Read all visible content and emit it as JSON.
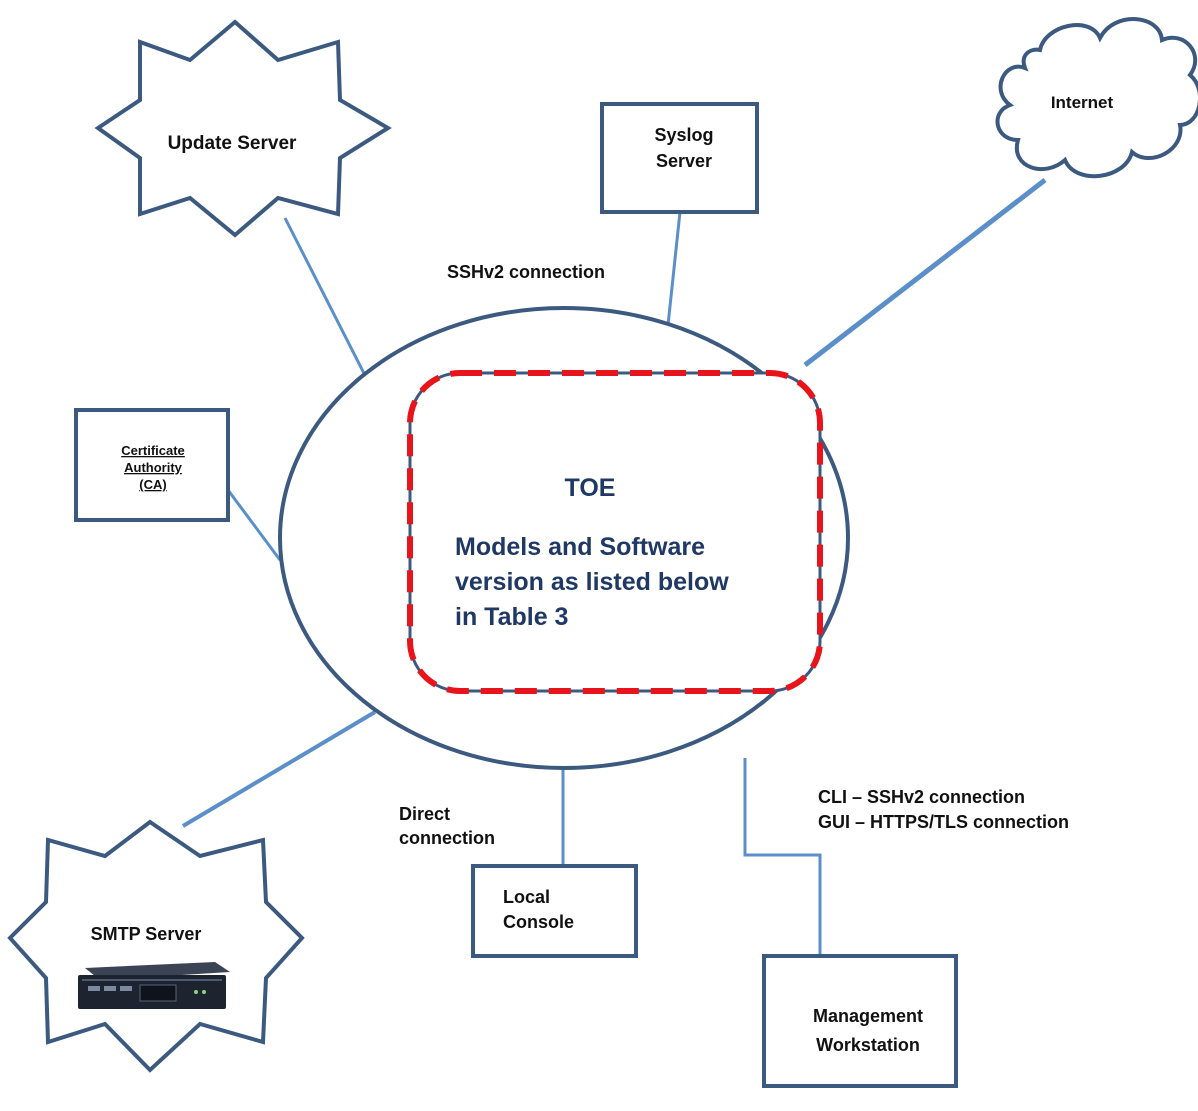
{
  "nodes": {
    "update_server": "Update Server",
    "syslog_server": [
      "Syslog",
      "Server"
    ],
    "internet": "Internet",
    "certificate_authority": [
      "Certificate",
      "Authority",
      "(CA)"
    ],
    "smtp_server": "SMTP Server",
    "local_console": [
      "Local",
      "Console"
    ],
    "management_workstation": [
      "Management",
      "Workstation"
    ]
  },
  "toe": {
    "title": "TOE",
    "description": [
      "Models and Software",
      "version as listed below",
      "in Table 3"
    ]
  },
  "connections": {
    "sshv2": "SSHv2 connection",
    "direct": [
      "Direct",
      "connection"
    ],
    "management": [
      "CLI – SSHv2 connection",
      "GUI – HTTPS/TLS connection"
    ]
  },
  "colors": {
    "outline": "#3c5a80",
    "link": "#5b8fc9",
    "toe_text": "#1f3864",
    "dashed_border": "#e8141b",
    "router_body": "#1d2430"
  },
  "icons": [
    "star-shape",
    "cloud-shape",
    "router-icon"
  ]
}
